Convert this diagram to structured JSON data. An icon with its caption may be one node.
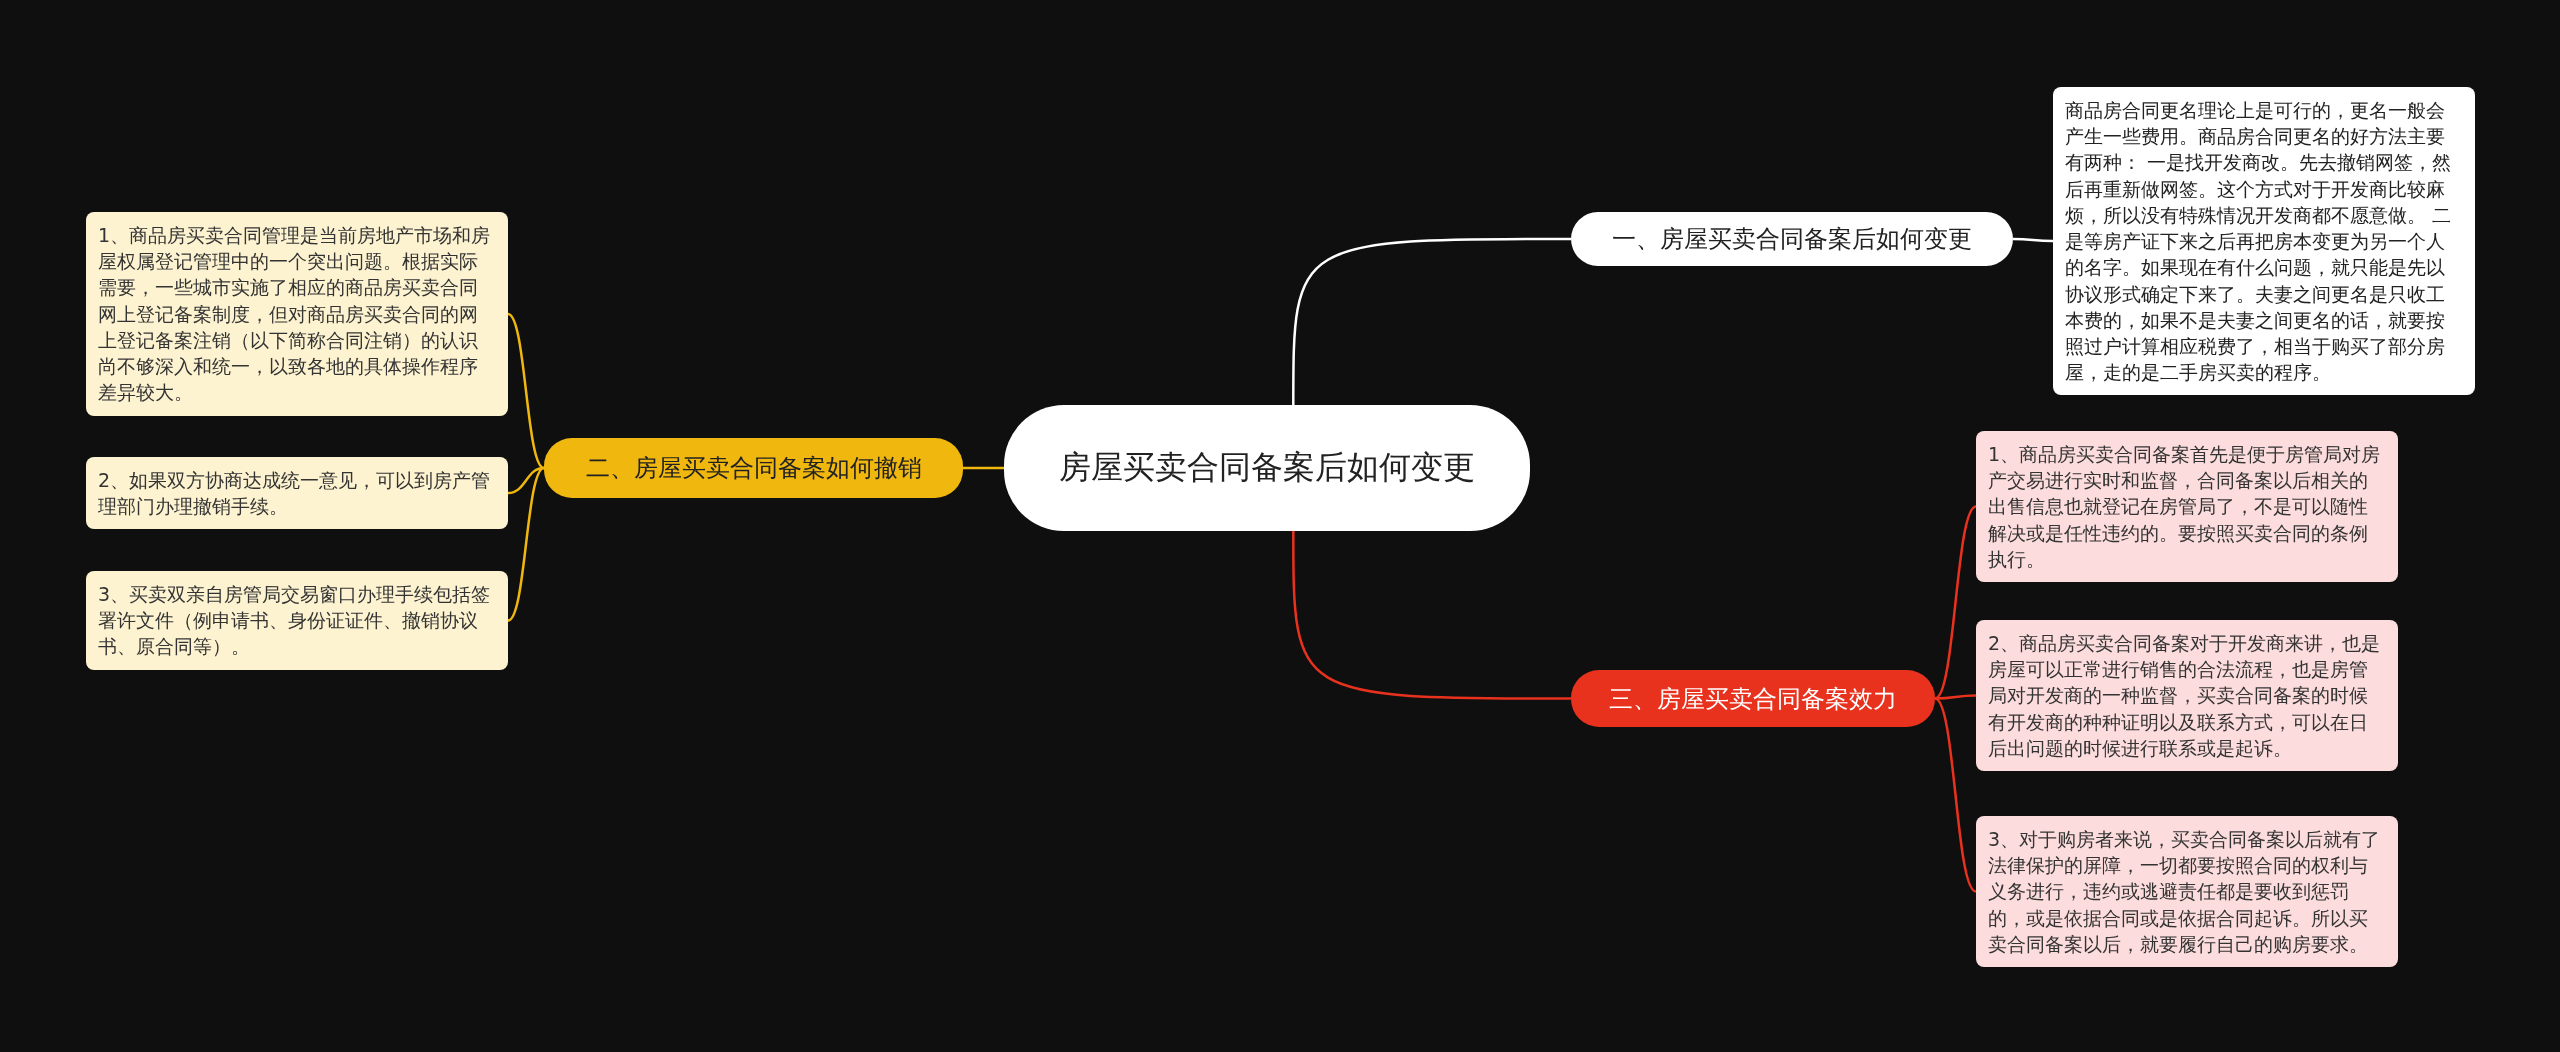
{
  "diagram": {
    "nodes": [
      {
        "text": [
          "房屋买卖合同备案后如何变更"
        ]
      },
      {
        "text": [
          "一、房屋买卖合同备案后如何变更"
        ]
      },
      {
        "text": [
          "商品房合同更名理论上是可行的，更名一般会产生一些费用。商品房合同更名的好方法主要有两种： 一是找开发商改。先去撤销网签，然后再重新做网签。这个方式对于开发商比较麻烦，所以没有特殊情况开发商都不愿意做。 二是等房产证下来之后再把房本变更为另一个人的名字。如果现在有什么问题，就只能是先以协议形式确定下来了。夫妻之间更名是只收工本费的，如果不是夫妻之间更名的话，就要按照过户计算相应税费了，相当于购买了部分房屋，走的是二手房买卖的程序。"
        ]
      },
      {
        "text": [
          "二、房屋买卖合同备案如何撤销"
        ]
      },
      {
        "text": [
          "1、商品房买卖合同管理是当前房地产市场和房屋权属登记管理中的一个突出问题。根据实际需要，一些城市实施了相应的商品房买卖合同网上登记备案制度，但对商品房买卖合同的网上登记备案注销（以下简称合同注销）的认识尚不够深入和统一，以致各地的具体操作程序差异较大。"
        ]
      },
      {
        "text": [
          "2、如果双方协商达成统一意见，可以到房产管理部门办理撤销手续。"
        ]
      },
      {
        "text": [
          "3、买卖双亲自房管局交易窗口办理手续包括签署许文件（例申请书、身份证证件、撤销协议书、原合同等）。"
        ]
      },
      {
        "text": [
          "三、房屋买卖合同备案效力"
        ]
      },
      {
        "text": [
          "1、商品房买卖合同备案首先是便于房管局对房产交易进行实时和监督，合同备案以后相关的出售信息也就登记在房管局了，不是可以随性解决或是任性违约的。要按照买卖合同的条例执行。"
        ]
      },
      {
        "text": [
          "2、商品房买卖合同备案对于开发商来讲，也是房屋可以正常进行销售的合法流程，也是房管局对开发商的一种监督，买卖合同备案的时候有开发商的种种证明以及联系方式，可以在日后出问题的时候进行联系或是起诉。"
        ]
      },
      {
        "text": [
          "3、对于购房者来说，买卖合同备案以后就有了法律保护的屏障，一切都要按照合同的权利与义务进行，违约或逃避责任都是要收到惩罚的，或是依据合同或是依据合同起诉。所以买卖合同备案以后，就要履行自己的购房要求。"
        ]
      }
    ],
    "edges": [
      {
        "from": 0,
        "to": 1,
        "arrow": "none",
        "color": "#ffffff"
      },
      {
        "from": 1,
        "to": 2,
        "arrow": "none",
        "color": "#ffffff"
      },
      {
        "from": 0,
        "to": 3,
        "arrow": "none",
        "color": "#f0b70f"
      },
      {
        "from": 3,
        "to": 4,
        "arrow": "none",
        "color": "#f0b70f"
      },
      {
        "from": 3,
        "to": 5,
        "arrow": "none",
        "color": "#f0b70f"
      },
      {
        "from": 3,
        "to": 6,
        "arrow": "none",
        "color": "#f0b70f"
      },
      {
        "from": 0,
        "to": 7,
        "arrow": "none",
        "color": "#e8321e"
      },
      {
        "from": 7,
        "to": 8,
        "arrow": "none",
        "color": "#e8321e"
      },
      {
        "from": 7,
        "to": 9,
        "arrow": "none",
        "color": "#e8321e"
      },
      {
        "from": 7,
        "to": 10,
        "arrow": "none",
        "color": "#e8321e"
      }
    ]
  }
}
